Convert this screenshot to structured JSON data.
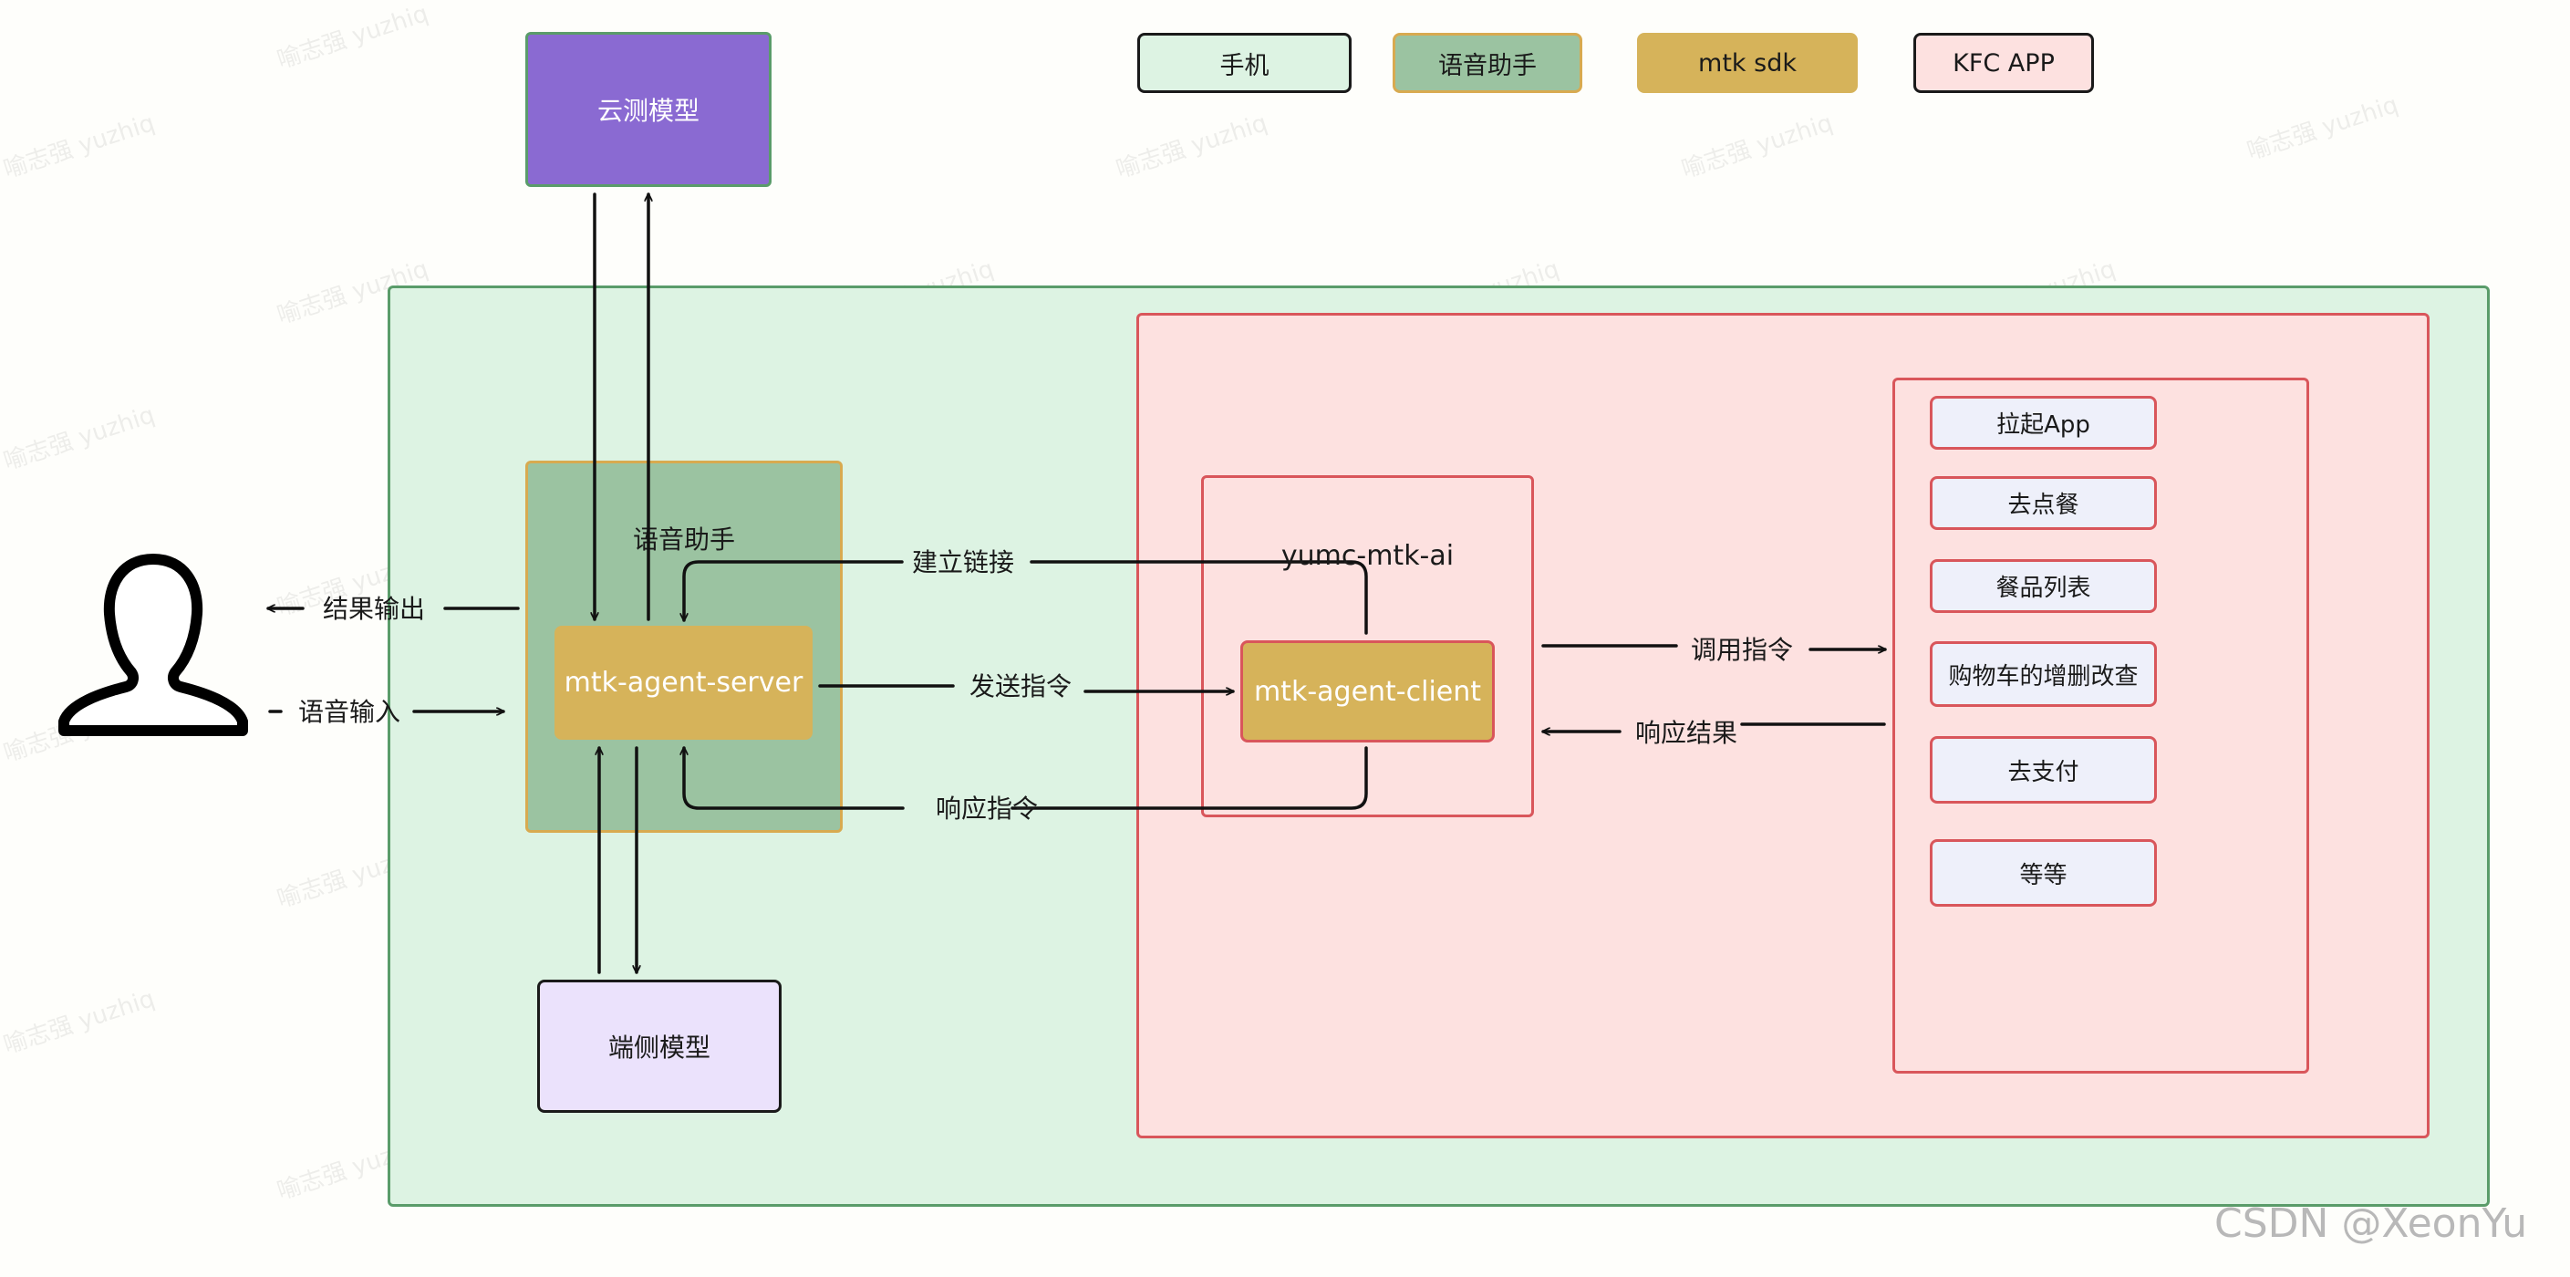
{
  "legend": {
    "phone": "手机",
    "voice_assistant": "语音助手",
    "mtk_sdk": "mtk sdk",
    "kfc_app": "KFC APP"
  },
  "nodes": {
    "cloud_model": "云测模型",
    "voice_assistant_title": "语音助手",
    "agent_server": "mtk-agent-server",
    "device_model": "端侧模型",
    "yumc_title": "yumc-mtk-ai",
    "agent_client": "mtk-agent-client"
  },
  "edges": {
    "result_output": "结果输出",
    "voice_input": "语音输入",
    "establish_link": "建立链接",
    "send_command": "发送指令",
    "respond_command": "响应指令",
    "invoke_command": "调用指令",
    "respond_result": "响应结果"
  },
  "actions": [
    "拉起App",
    "去点餐",
    "餐品列表",
    "购物车的增删改查",
    "去支付",
    "等等"
  ],
  "watermark": "喻志强 yuzhiq",
  "credit": "CSDN @XeonYu",
  "colors": {
    "phone_fill": "#ddf3e3",
    "phone_border": "#5a9c6a",
    "voice_fill": "#9bc3a1",
    "voice_border": "#d8aa50",
    "sdk_fill": "#d6b35a",
    "kfc_fill": "#fde1e0",
    "kfc_border": "#d9565b",
    "cloud_fill": "#8a6ad2",
    "device_fill": "#ebe2fc"
  }
}
